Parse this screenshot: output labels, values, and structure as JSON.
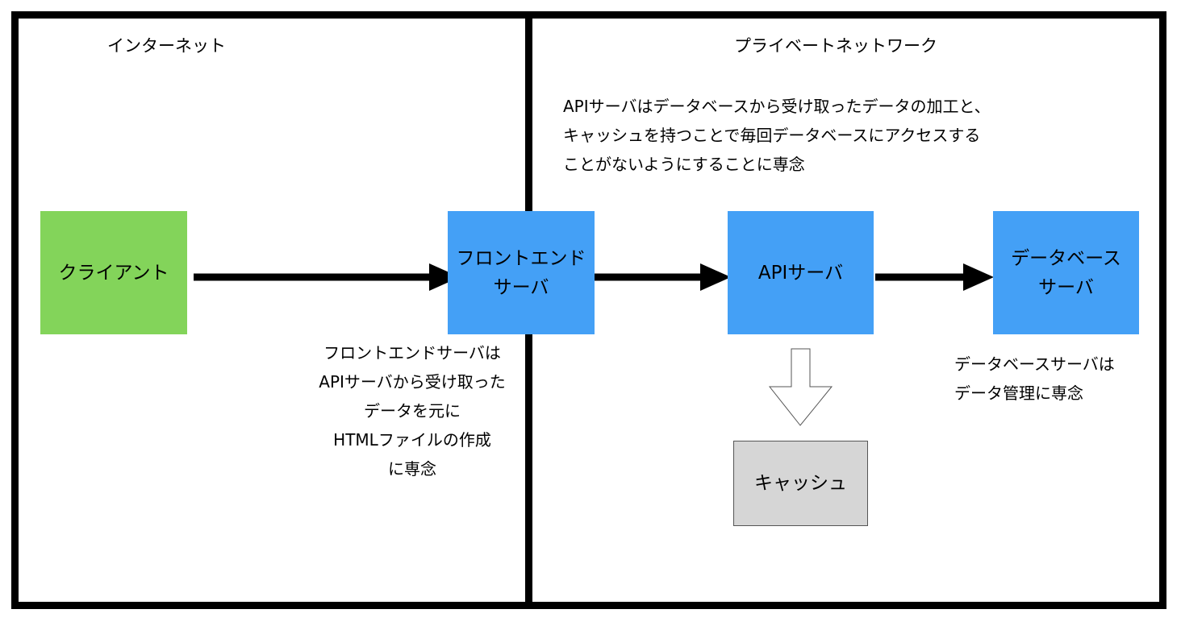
{
  "colors": {
    "client_fill": "#83d45a",
    "server_fill": "#44a0f6",
    "cache_fill": "#d6d6d6",
    "border": "#000000"
  },
  "zones": {
    "internet": {
      "title": "インターネット"
    },
    "private": {
      "title": "プライベートネットワーク"
    }
  },
  "nodes": {
    "client": {
      "lines": [
        "クライアント"
      ]
    },
    "frontend": {
      "lines": [
        "フロントエンド",
        "サーバ"
      ]
    },
    "api": {
      "lines": [
        "APIサーバ"
      ]
    },
    "database": {
      "lines": [
        "データベース",
        "サーバ"
      ]
    },
    "cache": {
      "lines": [
        "キャッシュ"
      ]
    }
  },
  "notes": {
    "frontend": {
      "lines": [
        "フロントエンドサーバは",
        "APIサーバから受け取った",
        "データを元に",
        "HTMLファイルの作成",
        "に専念"
      ]
    },
    "api": {
      "lines": [
        "APIサーバはデータベースから受け取ったデータの加工と、",
        "キャッシュを持つことで毎回データベースにアクセスする",
        "ことがないようにすることに専念"
      ]
    },
    "database": {
      "lines": [
        "データベースサーバは",
        "データ管理に専念"
      ]
    }
  }
}
